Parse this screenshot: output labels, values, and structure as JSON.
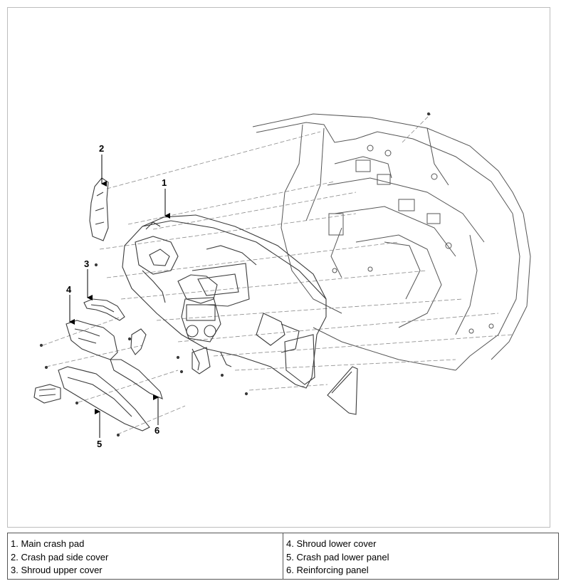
{
  "callouts": [
    "1",
    "2",
    "3",
    "4",
    "5",
    "6"
  ],
  "legend": {
    "left": [
      "1. Main crash pad",
      "2. Crash pad side cover",
      "3. Shroud upper cover"
    ],
    "right": [
      "4. Shroud lower cover",
      "5. Crash pad lower panel",
      "6. Reinforcing panel"
    ]
  },
  "colors": {
    "line": "#3a3a3a",
    "frame": "#bdbdbd",
    "dash": "#8a8a8a"
  }
}
